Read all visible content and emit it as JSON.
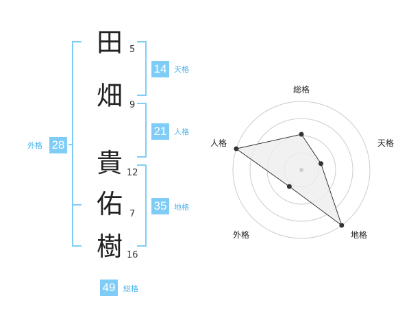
{
  "name": {
    "chars": [
      {
        "char": "田",
        "strokes": "5"
      },
      {
        "char": "畑",
        "strokes": "9"
      },
      {
        "char": "貴",
        "strokes": "12"
      },
      {
        "char": "佑",
        "strokes": "7"
      },
      {
        "char": "樹",
        "strokes": "16"
      }
    ]
  },
  "kakusu": {
    "tenkaku": {
      "value": "14",
      "label": "天格"
    },
    "jinkaku": {
      "value": "21",
      "label": "人格"
    },
    "chikaku": {
      "value": "35",
      "label": "地格"
    },
    "gaikaku": {
      "value": "28",
      "label": "外格"
    },
    "soukaku": {
      "value": "49",
      "label": "総格"
    }
  },
  "colors": {
    "accent": "#7fcdf6",
    "accent_text": "#4ab4ec",
    "radar_fill": "#eeeeee",
    "radar_line": "#333333",
    "ring": "#cccccc"
  },
  "chart_data": {
    "type": "radar",
    "axes": [
      "総格",
      "天格",
      "地格",
      "外格",
      "人格"
    ],
    "values": [
      0.52,
      0.3,
      1.0,
      0.3,
      1.0
    ],
    "rings": 4
  }
}
